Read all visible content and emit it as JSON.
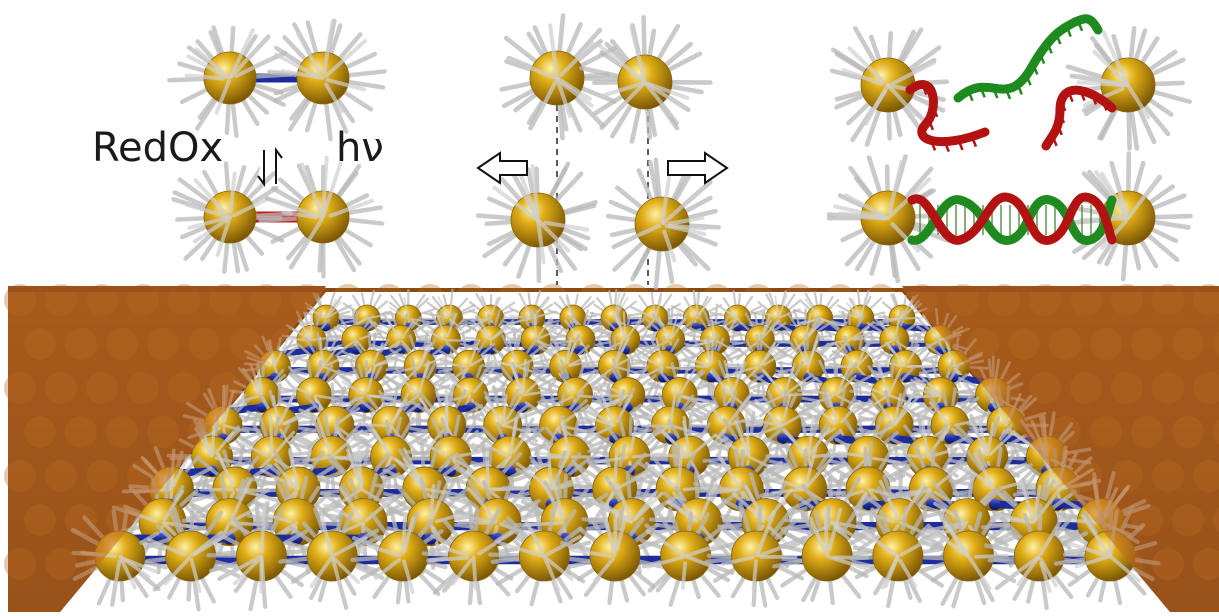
{
  "labels": {
    "redox": "RedOx",
    "light": "hν"
  },
  "colors": {
    "particle_gold": "#d9a60f",
    "particle_gold_dark": "#8a6505",
    "ligand_gray": "#b8b8b8",
    "bridge_blue": "#1c2c9a",
    "bridge_red": "#c01616",
    "dna_red": "#b31212",
    "dna_green": "#1f8a1f",
    "substrate_orange": "#b9651c",
    "dashed_line": "#222222"
  },
  "panels": [
    {
      "id": "redox-switch",
      "top_bridge": "blue",
      "bottom_bridge": "red",
      "symbol": "equilibrium-arrows"
    },
    {
      "id": "stretching",
      "arrows": [
        "left",
        "right"
      ],
      "guides": "dashed"
    },
    {
      "id": "dna-hybridization",
      "top_state": "single-strands",
      "bottom_state": "double-helix"
    }
  ],
  "membrane": {
    "particle_linker": "blue",
    "supports": [
      "left",
      "right"
    ]
  }
}
